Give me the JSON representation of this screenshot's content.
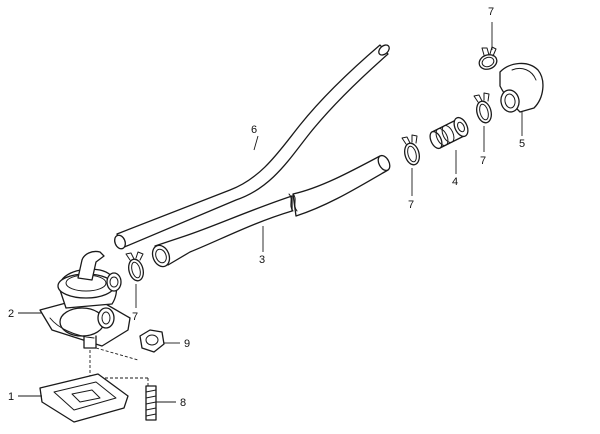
{
  "callouts": {
    "c1": "1",
    "c2": "2",
    "c3": "3",
    "c4": "4",
    "c5": "5",
    "c6": "6",
    "c7a": "7",
    "c7b": "7",
    "c7c": "7",
    "c7d": "7",
    "c8": "8",
    "c9": "9"
  }
}
